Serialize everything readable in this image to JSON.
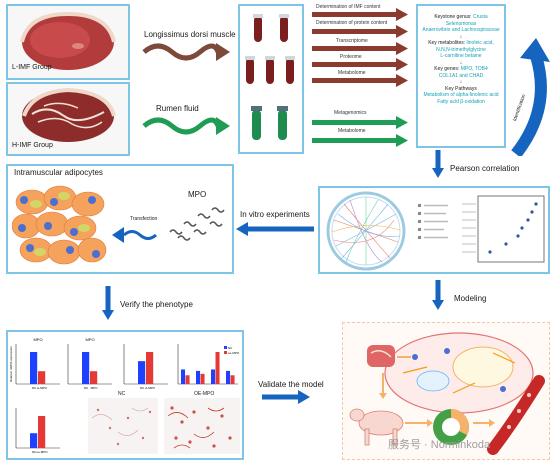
{
  "groups": {
    "low": "L-IMF Group",
    "high": "H-IMF Group"
  },
  "samples": {
    "muscle": "Longissimus dorsi muscle",
    "rumen": "Rumen fluid"
  },
  "omics_top": [
    "Determination of IMF content",
    "Determination of protein content",
    "Transcriptome",
    "Proteome",
    "Metabolome"
  ],
  "omics_bottom": [
    "Metagenomics",
    "Metabolome"
  ],
  "results": {
    "genus_label": "Keystone genus",
    "genus_value": "Crusta",
    "genus_list": [
      "Selenomonas",
      "Anaerovibrio and Lachnospiraceae"
    ],
    "metabolites_label": "Key metabolites",
    "metabolites_value": "linoleic acid,",
    "metabolites_list": [
      "N,N,N-trimethylglycine",
      "L-carnitine betaine"
    ],
    "genes_label": "Key genes",
    "genes_value": "MPO, TOB4",
    "genes_list": [
      "COL1A1 and CHAD"
    ],
    "pathways_label": "Key Pathways",
    "pathways_list": [
      "Metabolism of alpha-linolenic acid",
      "Fatty acid β-oxidation"
    ],
    "identification": "Identification"
  },
  "labels": {
    "pearson": "Pearson correlation",
    "adipocytes": "Intramuscular adipocytes",
    "mpo": "MPO",
    "transfection": "Transfection",
    "in_vitro": "In vitro experiments",
    "verify": "Verify the phenotype",
    "modeling": "Modeling",
    "validate": "Validate the model",
    "watermark": "服务号 · Norminkoda"
  },
  "colors": {
    "border": "#7ec4e6",
    "arrow_dark": "#1565c0",
    "meat_arrow": "#7b4a3a",
    "rumen_arrow": "#1f9d55",
    "upper_band": "#8b3a2e",
    "lower_band": "#1f9d55",
    "tube_red": "#7a1e1e",
    "tube_green": "#1e8c4f",
    "cell": "#f5a25d",
    "nucleus": "#4a6fd1"
  },
  "chart_data": [
    {
      "type": "bar",
      "title": "MPO",
      "categories": [
        "NC",
        "si-MPO"
      ],
      "values": [
        1.0,
        0.4
      ],
      "ylabel": "Relative mRNA expression"
    },
    {
      "type": "bar",
      "title": "MPO",
      "categories": [
        "NC",
        "MPO"
      ],
      "values": [
        1.0,
        0.4
      ]
    },
    {
      "type": "bar",
      "categories": [
        "NC",
        "si-MPO"
      ],
      "values": [
        1.0,
        1.4
      ]
    },
    {
      "type": "bar",
      "series": [
        {
          "name": "NC",
          "values": [
            1.0,
            0.9,
            1.0,
            0.9
          ]
        },
        {
          "name": "oe-MPO",
          "values": [
            0.6,
            0.7,
            2.2,
            0.6
          ]
        }
      ]
    },
    {
      "type": "bar",
      "categories": [
        "NC",
        "oe-MPO"
      ],
      "values": [
        0.6,
        1.3
      ]
    }
  ],
  "micrographs": {
    "left": "NC",
    "right": "OE-MPO"
  }
}
